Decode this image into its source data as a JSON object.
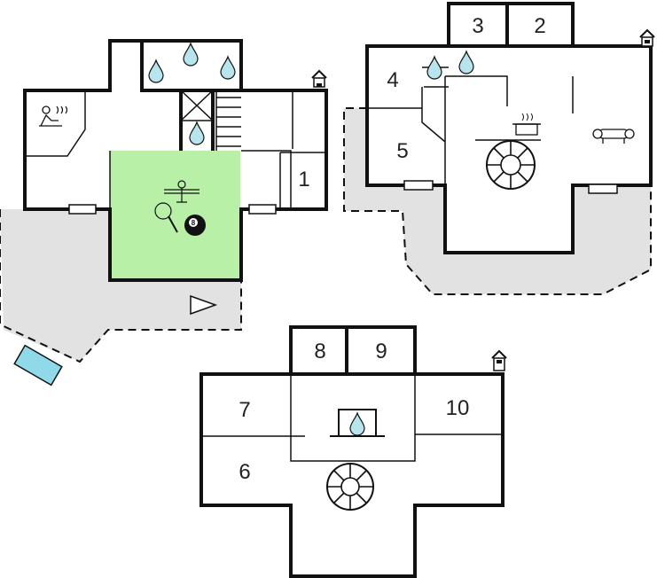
{
  "colors": {
    "activity_room": "#b8f0a8",
    "terrace": "#e2e2e2",
    "water_drop": "#b8e4ee",
    "pool": "#8fd9ea",
    "wall": "#111111"
  },
  "rooms": {
    "r1": "1",
    "r2": "2",
    "r3": "3",
    "r4": "4",
    "r5": "5",
    "r6": "6",
    "r7": "7",
    "r8": "8",
    "r9": "9",
    "r10": "10"
  },
  "icons": {
    "billiard_ball_number": "8",
    "floor_level_icon": "house-level-icon",
    "sauna": "sauna-icon",
    "table_tennis": "ping-pong-icon",
    "table_football": "foosball-icon",
    "billiards": "billiard-ball-icon",
    "bathroom": "water-drop-icon",
    "kitchen": "cooking-pot-icon",
    "stove": "wood-stove-icon",
    "sofa": "sofa-icon",
    "pool": "pool-icon"
  }
}
